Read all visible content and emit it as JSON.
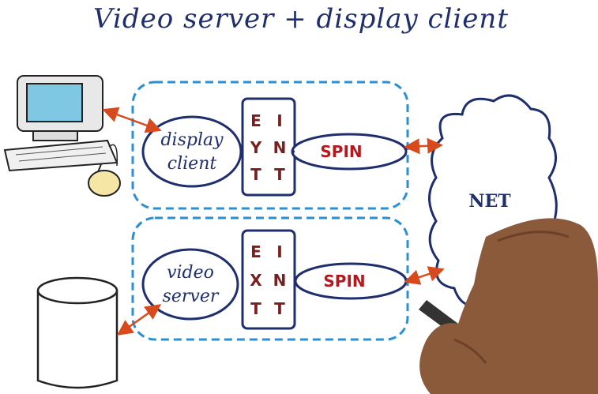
{
  "title": "Video server + display client",
  "top_box": {
    "component": "display client",
    "component_line1": "display",
    "component_line2": "client",
    "ext_col1": [
      "E",
      "Y",
      "T"
    ],
    "ext_col2": [
      "I",
      "N",
      "T"
    ],
    "spin": "SPIN"
  },
  "bottom_box": {
    "component": "video server",
    "component_line1": "video",
    "component_line2": "server",
    "ext_col1": [
      "E",
      "X",
      "T"
    ],
    "ext_col2": [
      "I",
      "N",
      "T"
    ],
    "spin": "SPIN"
  },
  "net": "NET",
  "colors": {
    "ink": "#1f2f6e",
    "spin": "#b3191f",
    "box_dash": "#2b8fd6",
    "arrow": "#d84a1b",
    "ext_text": "#7a1f1f"
  },
  "icons": [
    "computer-icon",
    "mouse-icon",
    "database-icon",
    "hand-pen-icon"
  ]
}
